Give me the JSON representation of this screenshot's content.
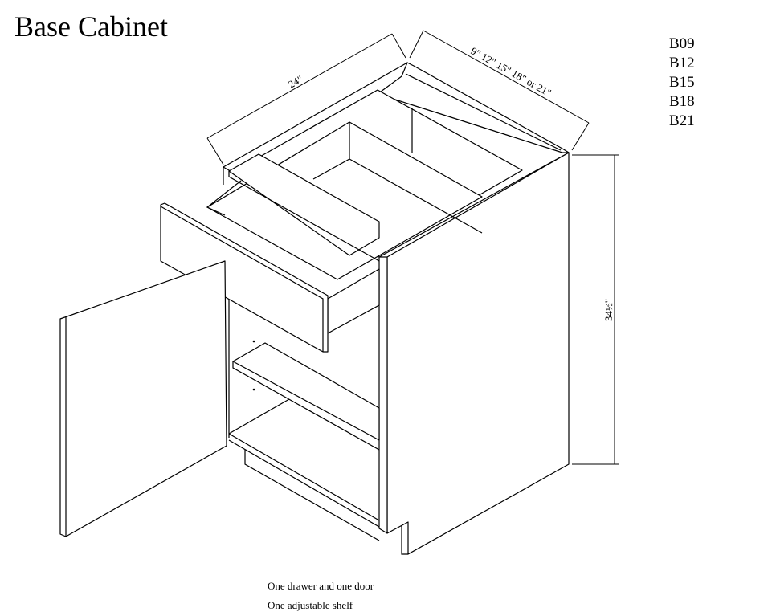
{
  "title": "Base Cabinet",
  "model_codes": [
    "B09",
    "B12",
    "B15",
    "B18",
    "B21"
  ],
  "dimensions": {
    "depth": "24\"",
    "width": "9\" 12\" 15\" 18\" or 21\"",
    "height": "34½\""
  },
  "notes": [
    "One drawer and one door",
    "One adjustable shelf"
  ]
}
